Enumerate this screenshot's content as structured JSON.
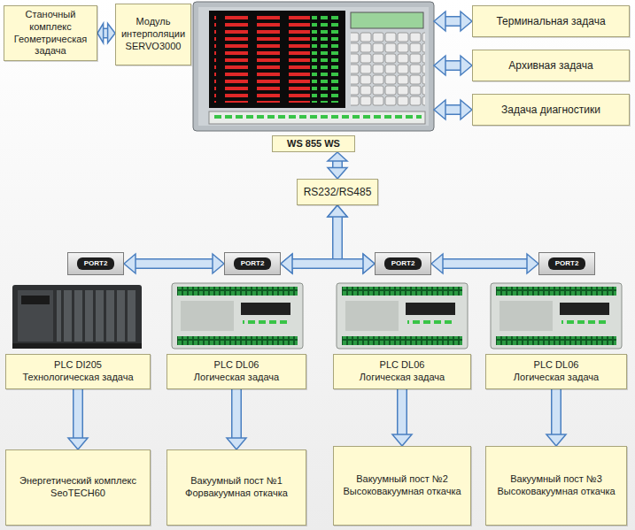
{
  "diagram": {
    "nodes": [
      {
        "text": [
          "Станочный комплекс Геометрическая задача"
        ]
      },
      {
        "text": [
          "Модуль интерполяции SERVO3000"
        ]
      },
      {
        "text": [
          "WS 855 WS"
        ]
      },
      {
        "text": [
          "Терминальная задача"
        ]
      },
      {
        "text": [
          "Архивная задача"
        ]
      },
      {
        "text": [
          "Задача диагностики"
        ]
      },
      {
        "text": [
          "RS232/RS485"
        ]
      },
      {
        "text": [
          "PORT2"
        ]
      },
      {
        "text": [
          "PORT2"
        ]
      },
      {
        "text": [
          "PORT2"
        ]
      },
      {
        "text": [
          "PORT2"
        ]
      },
      {
        "text": [
          "PLC DI205",
          "Технологическая задача"
        ]
      },
      {
        "text": [
          "PLC DL06",
          "Логическая задача"
        ]
      },
      {
        "text": [
          "PLC DL06",
          "Логическая задача"
        ]
      },
      {
        "text": [
          "PLC DL06",
          "Логическая задача"
        ]
      },
      {
        "text": [
          "Энергетический комплекс SeoTECH60"
        ]
      },
      {
        "text": [
          "Вакуумный пост №1 Форвакуумная откачка"
        ]
      },
      {
        "text": [
          "Вакуумный пост №2 Высоковакуумная откачка"
        ]
      },
      {
        "text": [
          "Вакуумный пост №3 Высоковакуумная откачка"
        ]
      }
    ],
    "edges": [
      {
        "from": 0,
        "to": 1,
        "arrow": "both"
      },
      {
        "from": 2,
        "to": 3,
        "arrow": "both"
      },
      {
        "from": 2,
        "to": 4,
        "arrow": "both"
      },
      {
        "from": 2,
        "to": 5,
        "arrow": "both"
      },
      {
        "from": 2,
        "to": 6,
        "arrow": "both"
      },
      {
        "from": 6,
        "to": 8,
        "arrow": "both"
      },
      {
        "from": 6,
        "to": 9,
        "arrow": "both"
      },
      {
        "from": 7,
        "to": 8,
        "arrow": "both"
      },
      {
        "from": 8,
        "to": 9,
        "arrow": "both"
      },
      {
        "from": 9,
        "to": 10,
        "arrow": "both"
      },
      {
        "from": 11,
        "to": 15,
        "arrow": "to"
      },
      {
        "from": 12,
        "to": 16,
        "arrow": "to"
      },
      {
        "from": 13,
        "to": 17,
        "arrow": "to"
      },
      {
        "from": 14,
        "to": 18,
        "arrow": "to"
      }
    ]
  }
}
